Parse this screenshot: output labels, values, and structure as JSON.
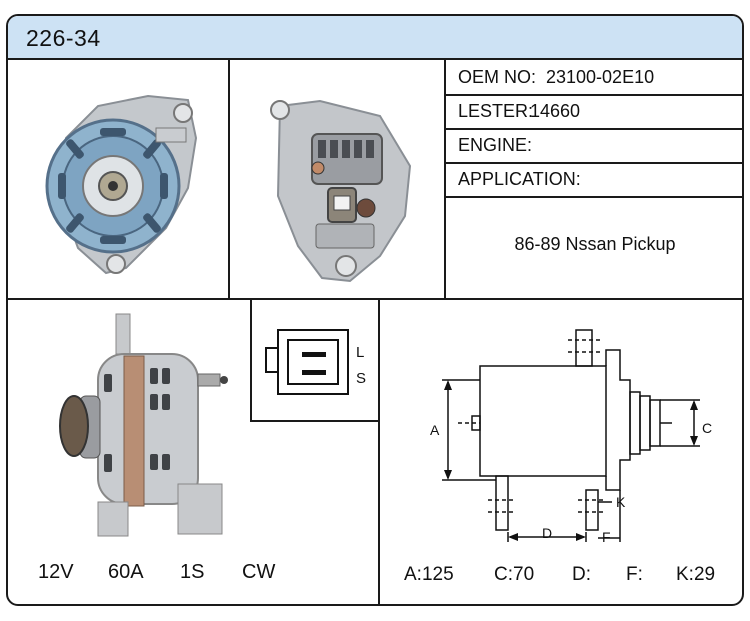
{
  "header": {
    "title": "226-34"
  },
  "info": {
    "oem_label": "OEM NO:",
    "oem_value": "23100-02E10",
    "lester_label": "LESTER:",
    "lester_value": "14660",
    "engine_label": "ENGINE:",
    "engine_value": "",
    "application_label": "APPLICATION:",
    "application_value": "",
    "application_text": "86-89 Nssan Pickup"
  },
  "connector": {
    "pin_l": "L",
    "pin_s": "S"
  },
  "specs": {
    "voltage": "12V",
    "amperage": "60A",
    "pulley": "1S",
    "rotation": "CW"
  },
  "dimensions": {
    "a": "A:125",
    "c": "C:70",
    "d": "D:",
    "f": "F:",
    "k": "K:29",
    "label_a": "A",
    "label_c": "C",
    "label_d": "D",
    "label_f": "F",
    "label_k": "K"
  },
  "colors": {
    "header_bg": "#cde2f4",
    "border": "#1a1a1a",
    "metal": "#b9bec4"
  }
}
